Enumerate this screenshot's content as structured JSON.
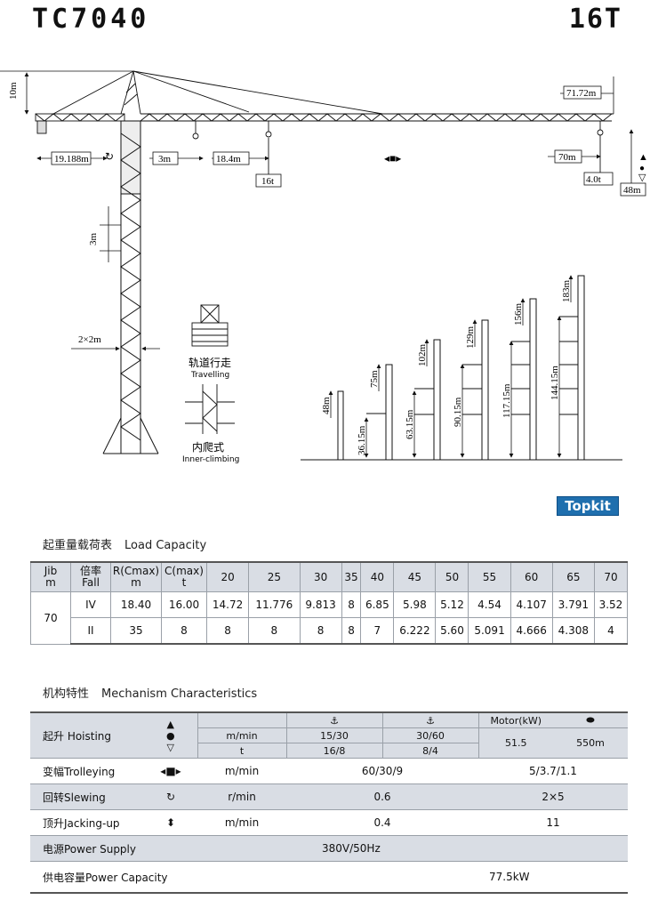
{
  "header": {
    "model": "TC7040",
    "capacity": "16T"
  },
  "crane_diagram": {
    "tower_height_top": "10m",
    "jib_length": "71.72m",
    "counter_jib": "19.188m",
    "dim_3m": "3m",
    "max_cap_radius": "18.4m",
    "max_load": "16t",
    "tip_radius": "70m",
    "tip_load": "4.0t",
    "free_height": "48m",
    "mast_section": "3m",
    "mast_width": "2×2m",
    "travelling_cn": "轨道行走",
    "travelling_en": "Travelling",
    "climbing_cn": "内爬式",
    "climbing_en": "Inner-climbing",
    "heights": {
      "h1": "48m",
      "h2a": "75m",
      "h2b": "36.15m",
      "h3a": "102m",
      "h3b": "63.15m",
      "h4a": "129m",
      "h4b": "90.15m",
      "h5a": "156m",
      "h5b": "117.15m",
      "h6a": "183m",
      "h6b": "144.15m"
    }
  },
  "brand": "Topkit",
  "load_capacity": {
    "title_cn": "起重量载荷表",
    "title_en": "Load Capacity",
    "headers": {
      "jib": "Jib",
      "jib_unit": "m",
      "fall_cn": "倍率",
      "fall_en": "Fall",
      "rmax": "R(Cmax)",
      "rmax_unit": "m",
      "cmax": "C(max)",
      "cmax_unit": "t",
      "radii": [
        "20",
        "25",
        "30",
        "35",
        "40",
        "45",
        "50",
        "55",
        "60",
        "65",
        "70"
      ]
    },
    "jib_value": "70",
    "rows": [
      {
        "fall": "IV",
        "rmax": "18.40",
        "cmax": "16.00",
        "values": [
          "14.72",
          "11.776",
          "9.813",
          "8",
          "6.85",
          "5.98",
          "5.12",
          "4.54",
          "4.107",
          "3.791",
          "3.52"
        ]
      },
      {
        "fall": "II",
        "rmax": "35",
        "cmax": "8",
        "values": [
          "8",
          "8",
          "8",
          "8",
          "7",
          "6.222",
          "5.60",
          "5.091",
          "4.666",
          "4.308",
          "4"
        ]
      }
    ]
  },
  "mechanism": {
    "title_cn": "机构特性",
    "title_en": "Mechanism  Characteristics",
    "motor_label": "Motor(kW)",
    "hoisting": {
      "label": "起升 Hoisting",
      "unit1": "m/min",
      "unit2": "t",
      "speed1": "15/30",
      "load1": "16/8",
      "speed2": "30/60",
      "load2": "8/4",
      "motor": "51.5",
      "rope": "550m"
    },
    "trolleying": {
      "label": "变幅Trolleying",
      "unit": "m/min",
      "speed": "60/30/9",
      "motor": "5/3.7/1.1"
    },
    "slewing": {
      "label": "回转Slewing",
      "unit": "r/min",
      "speed": "0.6",
      "motor": "2×5"
    },
    "jacking": {
      "label": "顶升Jacking-up",
      "unit": "m/min",
      "speed": "0.4",
      "motor": "11"
    },
    "power_supply": {
      "label": "电源Power Supply",
      "value": "380V/50Hz"
    },
    "power_capacity": {
      "label": "供电容量Power Capacity",
      "value": "77.5kW"
    }
  }
}
